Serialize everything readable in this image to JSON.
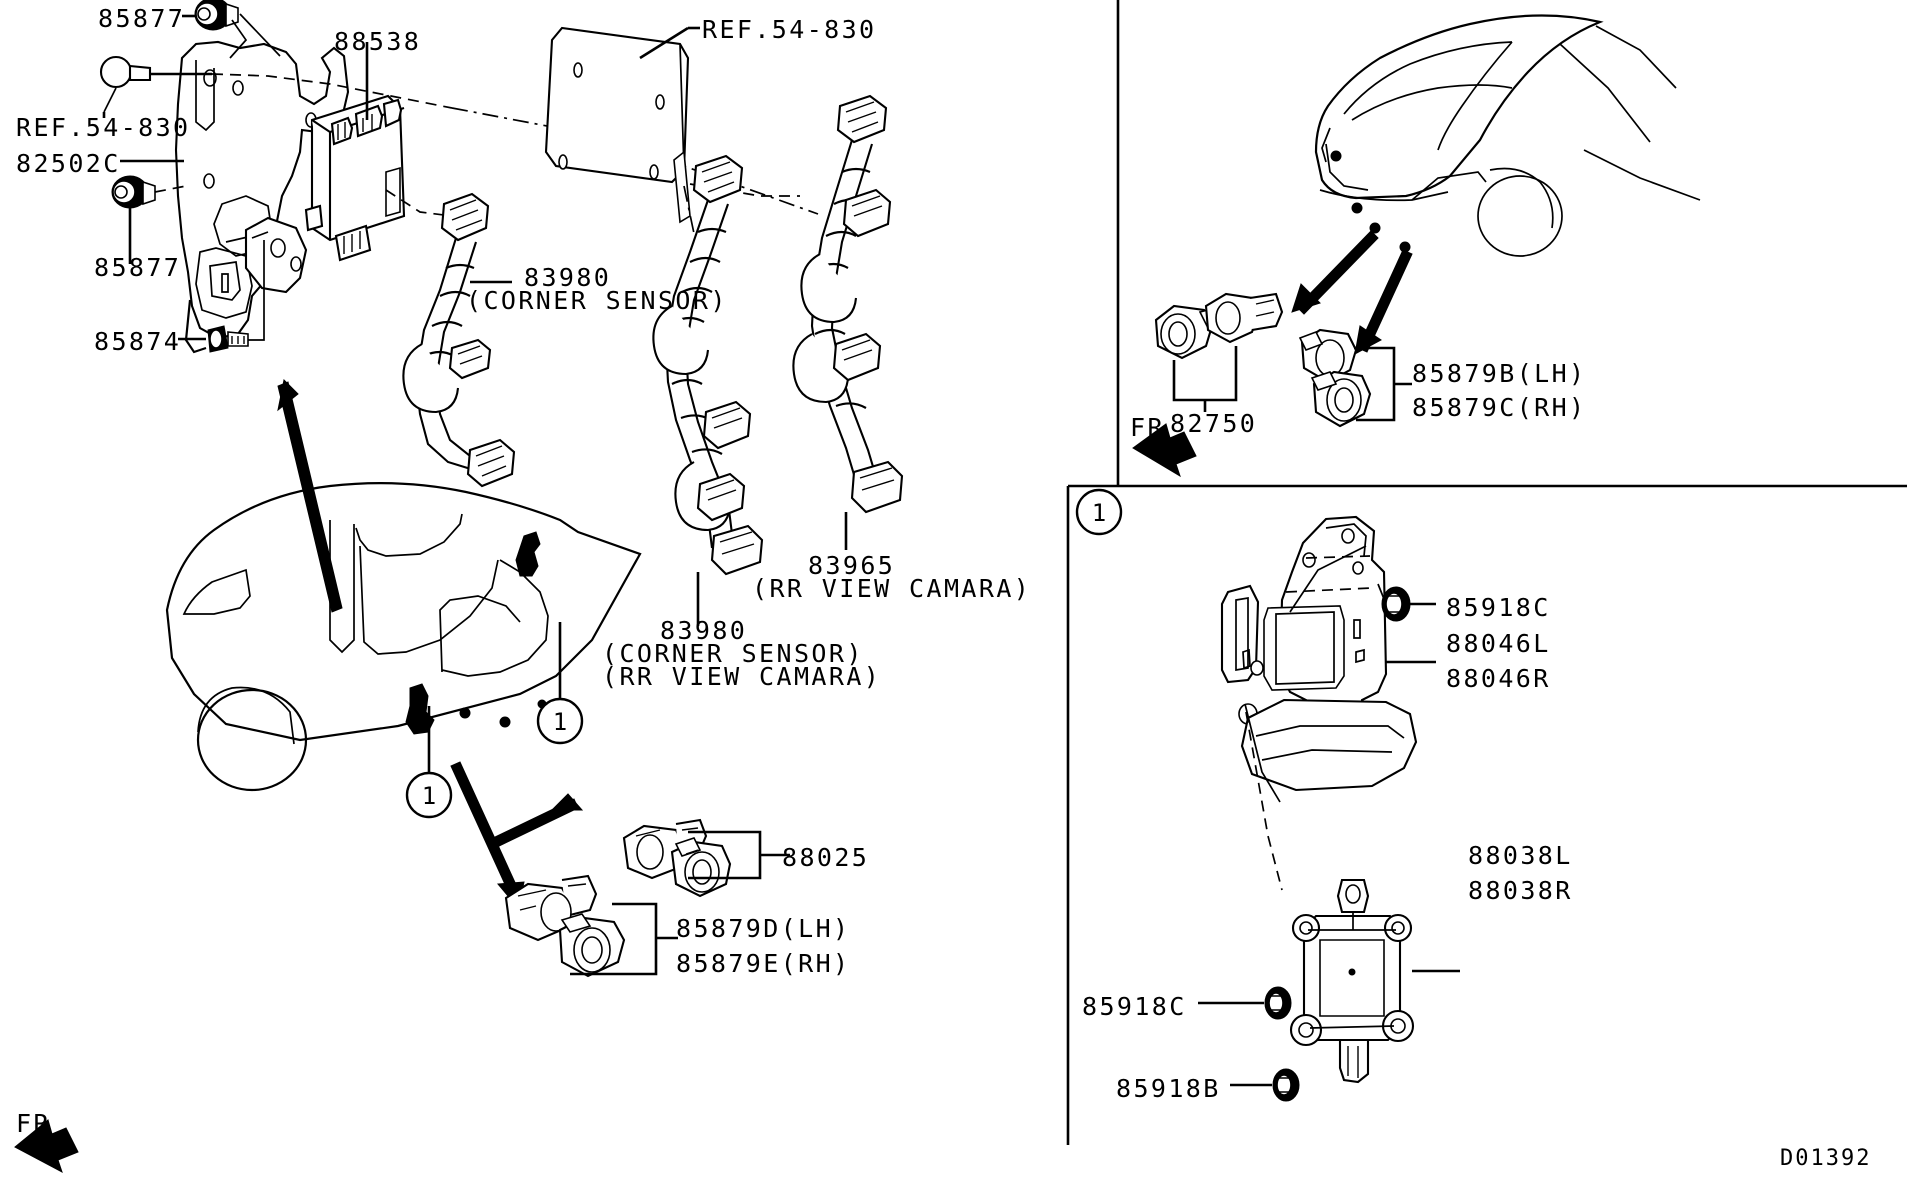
{
  "diagram": {
    "sheet_code": "D01392",
    "orientation_marker": "FR",
    "balloon_numbers": [
      "1",
      "1",
      "1"
    ]
  },
  "labels": {
    "fastener_top": "85877",
    "ecu_unit": "88538",
    "ref_left": "REF.54-830",
    "bracket": "82502C",
    "fastener_mid": "85877",
    "bolt": "85874",
    "ref_top": "REF.54-830",
    "corner_sensor_left_no": "83980",
    "corner_sensor_left_sub": "(CORNER SENSOR)",
    "rr_camera_no": "83965",
    "rr_camera_sub": "(RR VIEW CAMARA)",
    "corner_sensor_ctr_no": "83980",
    "corner_sensor_ctr_sub1": "(CORNER SENSOR)",
    "corner_sensor_ctr_sub2": "(RR VIEW CAMARA)",
    "sensor_kit": "88025",
    "sensor_lh_bottom": "85879D(LH)",
    "sensor_rh_bottom": "85879E(RH)",
    "front_sensor_no": "82750",
    "sensor_lh_top": "85879B(LH)",
    "sensor_rh_top": "85879C(RH)",
    "inset_fastener_upper": "85918C",
    "inset_bracket_l": "88046L",
    "inset_bracket_r": "88046R",
    "inset_fastener_lower": "85918C",
    "inset_module_l": "88038L",
    "inset_module_r": "88038R",
    "inset_fastener_bottom": "85918B",
    "fr_right": "FR"
  },
  "colors": {
    "line": "#000000",
    "background": "#ffffff"
  }
}
